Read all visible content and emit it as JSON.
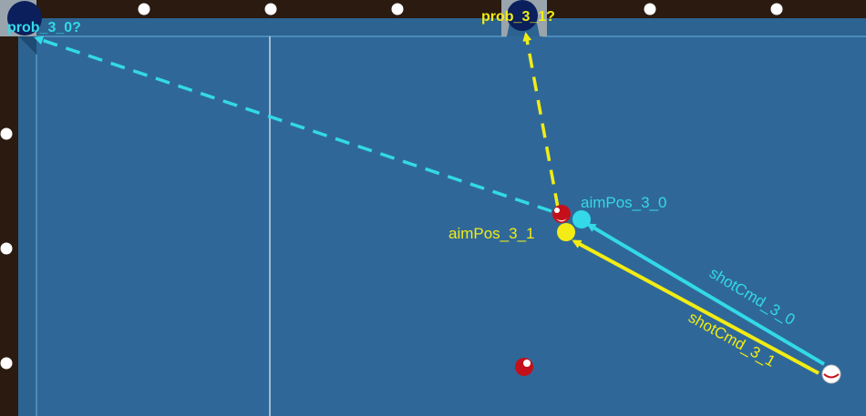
{
  "colors": {
    "cloth": "#2f6898",
    "cushion": "#2c6390",
    "rail": "#2a1a10",
    "pocket": "#0a1f5c",
    "cyan": "#33d9e8",
    "yellow": "#f2ec14",
    "ball_red": "#c4101a"
  },
  "pockets": {
    "top_left": {
      "label": "prob_3_0?",
      "color": "#33d9e8"
    },
    "top_middle": {
      "label": "prob_3_1?",
      "color": "#f2ec14"
    }
  },
  "aim_points": [
    {
      "label": "aimPos_3_0",
      "color": "#33d9e8"
    },
    {
      "label": "aimPos_3_1",
      "color": "#f2ec14"
    }
  ],
  "shots": [
    {
      "label": "shotCmd_3_0",
      "color": "#33d9e8"
    },
    {
      "label": "shotCmd_3_1",
      "color": "#f2ec14"
    }
  ]
}
